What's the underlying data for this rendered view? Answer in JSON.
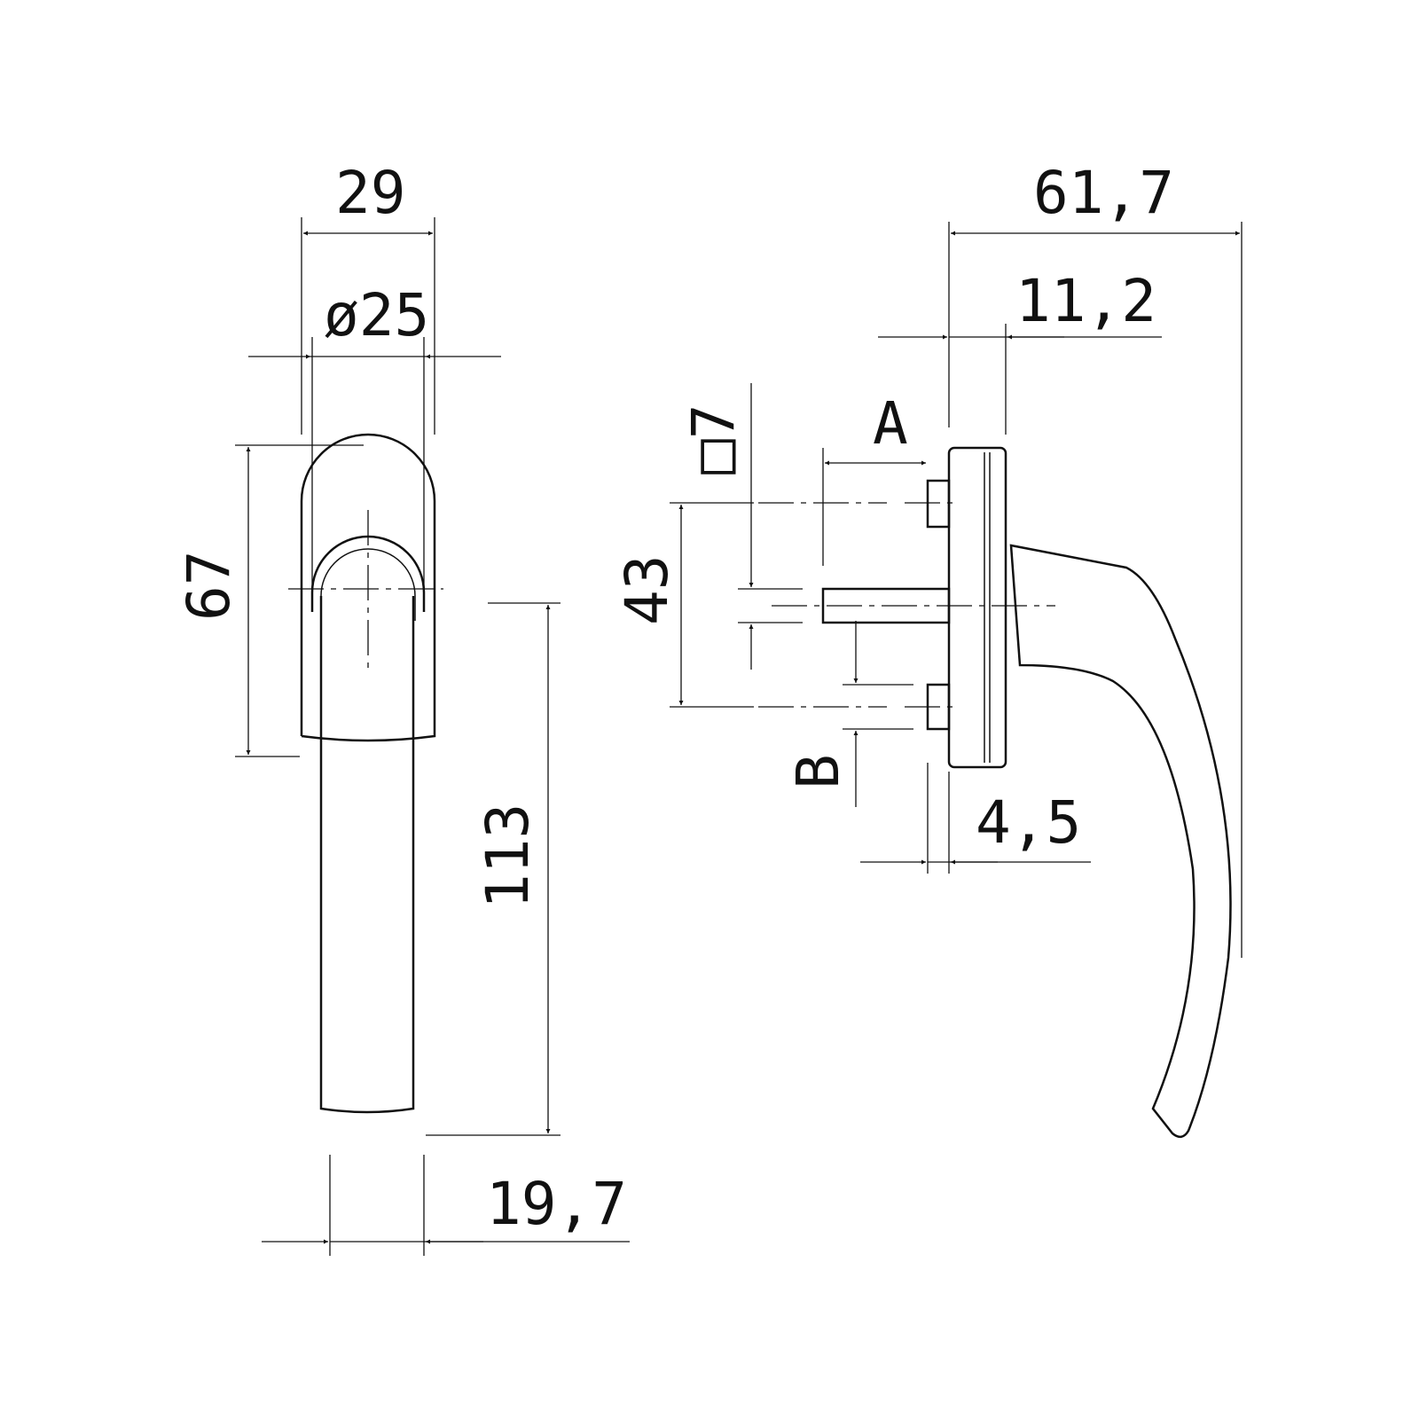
{
  "drawing": {
    "front_view": {
      "width_label": "29",
      "diameter_label": "ø25",
      "rosette_height_label": "67",
      "lever_length_label": "113",
      "lever_width_label": "19,7"
    },
    "side_view": {
      "overall_depth_label": "61,7",
      "rosette_depth_label": "11,2",
      "spindle_length_label": "A",
      "spindle_square_label": "□7",
      "screw_spacing_label": "43",
      "screw_length_label": "B",
      "offset_label": "4,5"
    },
    "line_color": "#111111"
  }
}
